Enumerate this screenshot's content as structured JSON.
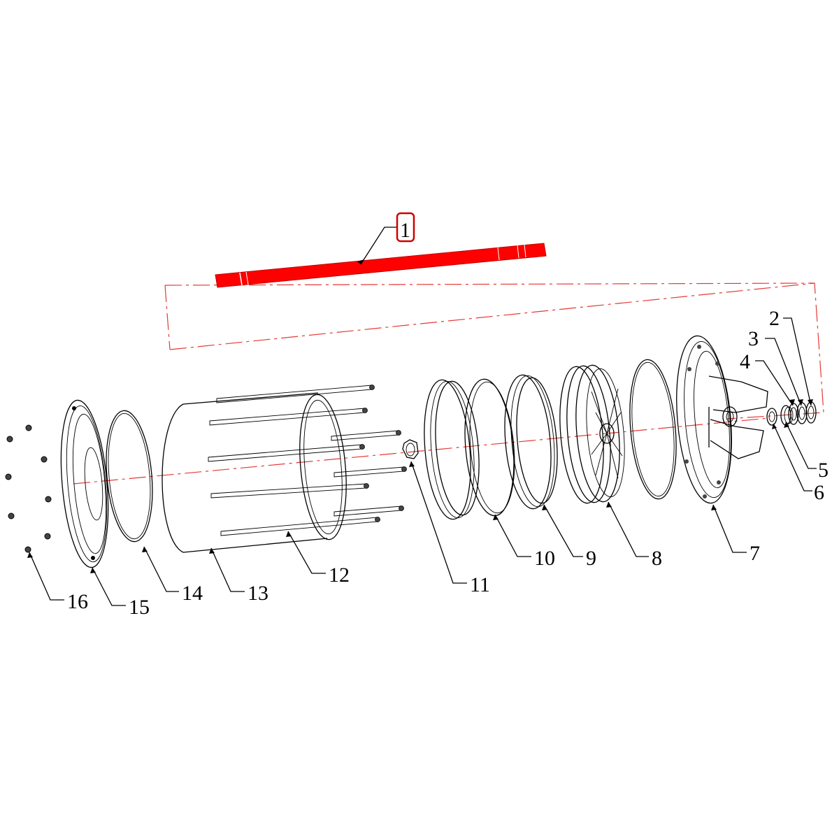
{
  "diagram": {
    "highlight_color": "#ff0000",
    "line_color": "#000000",
    "axis_color": "#e53935",
    "parts": [
      {
        "id": "part-1",
        "label": "1",
        "highlighted": true
      },
      {
        "id": "part-2",
        "label": "2"
      },
      {
        "id": "part-3",
        "label": "3"
      },
      {
        "id": "part-4",
        "label": "4"
      },
      {
        "id": "part-5",
        "label": "5"
      },
      {
        "id": "part-6",
        "label": "6"
      },
      {
        "id": "part-7",
        "label": "7"
      },
      {
        "id": "part-8",
        "label": "8"
      },
      {
        "id": "part-9",
        "label": "9"
      },
      {
        "id": "part-10",
        "label": "10"
      },
      {
        "id": "part-11",
        "label": "11"
      },
      {
        "id": "part-12",
        "label": "12"
      },
      {
        "id": "part-13",
        "label": "13"
      },
      {
        "id": "part-14",
        "label": "14"
      },
      {
        "id": "part-15",
        "label": "15"
      },
      {
        "id": "part-16",
        "label": "16"
      }
    ]
  }
}
